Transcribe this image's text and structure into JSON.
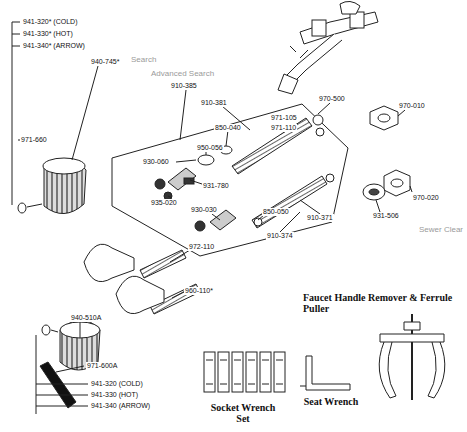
{
  "diagram": {
    "labels": [
      "941-320* (COLD)",
      "941-330* (HOT)",
      "941-340* (ARROW)",
      "940-745*",
      "971-660",
      "910-385",
      "910-381",
      "970-500",
      "971-105",
      "971-110",
      "850-040",
      "950-056",
      "930-060",
      "931-780",
      "935-020",
      "930-030",
      "850-050",
      "910-374",
      "910-371",
      "970-010",
      "970-020",
      "931-506",
      "972-110",
      "960-110*",
      "940-510A",
      "971-600A",
      "941-320 (COLD)",
      "941-330 (HOT)",
      "941-340 (ARROW)",
      "Socket Wrench Set",
      "Seat Wrench",
      "Faucet Handle Remover & Ferrule Puller",
      "Search",
      "Advanced Search",
      "Sewer Clear"
    ]
  }
}
